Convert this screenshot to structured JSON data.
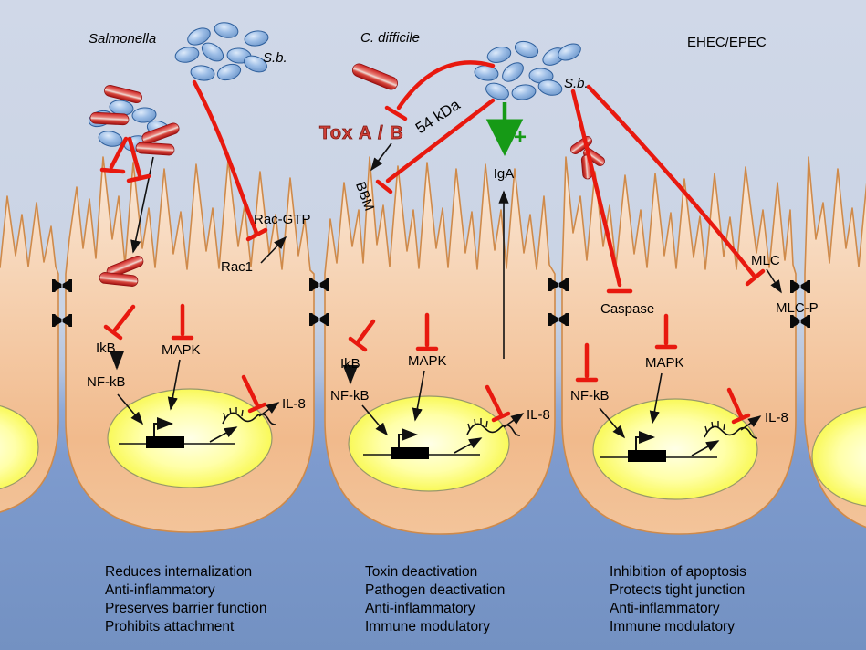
{
  "labels": {
    "salmonella": "Salmonella",
    "sb_left": "S.b.",
    "c_difficile": "C. difficile",
    "sb_right": "S.b.",
    "ehec": "EHEC/EPEC",
    "tox": "Tox A / B",
    "kda54": "54 kDa",
    "iga": "IgA",
    "plus": "+",
    "bbm": "BBM",
    "rac_gtp": "Rac-GTP",
    "rac1": "Rac1",
    "mlc": "MLC",
    "mlc_p": "MLC-P",
    "caspase": "Caspase",
    "cell1": {
      "ikb": "IkB",
      "nfkb": "NF-kB",
      "mapk": "MAPK",
      "il8": "IL-8"
    },
    "cell2": {
      "ikb": "IkB",
      "nfkb": "NF-kB",
      "mapk": "MAPK",
      "il8": "IL-8"
    },
    "cell3": {
      "nfkb": "NF-kB",
      "mapk": "MAPK",
      "il8": "IL-8"
    }
  },
  "benefits": {
    "left": [
      "Reduces internalization",
      "Anti-inflammatory",
      "Preserves barrier function",
      "Prohibits attachment"
    ],
    "center": [
      "Toxin deactivation",
      "Pathogen deactivation",
      "Anti-inflammatory",
      "Immune modulatory"
    ],
    "right": [
      "Inhibition of apoptosis",
      "Protects tight junction",
      "Anti-inflammatory",
      "Immune modulatory"
    ]
  },
  "colors": {
    "inhibition_red": "#e8190f",
    "activation_green": "#169a16",
    "yeast_blue": "#7fa7d6",
    "pathogen_red": "#c42020",
    "cell_peach": "#f4c79e",
    "nucleus_yellow": "#f6f640",
    "lumen_blue": "#cfd7e7",
    "basal_blue": "#7e9bce",
    "tox_text_red": "#cf4038"
  }
}
